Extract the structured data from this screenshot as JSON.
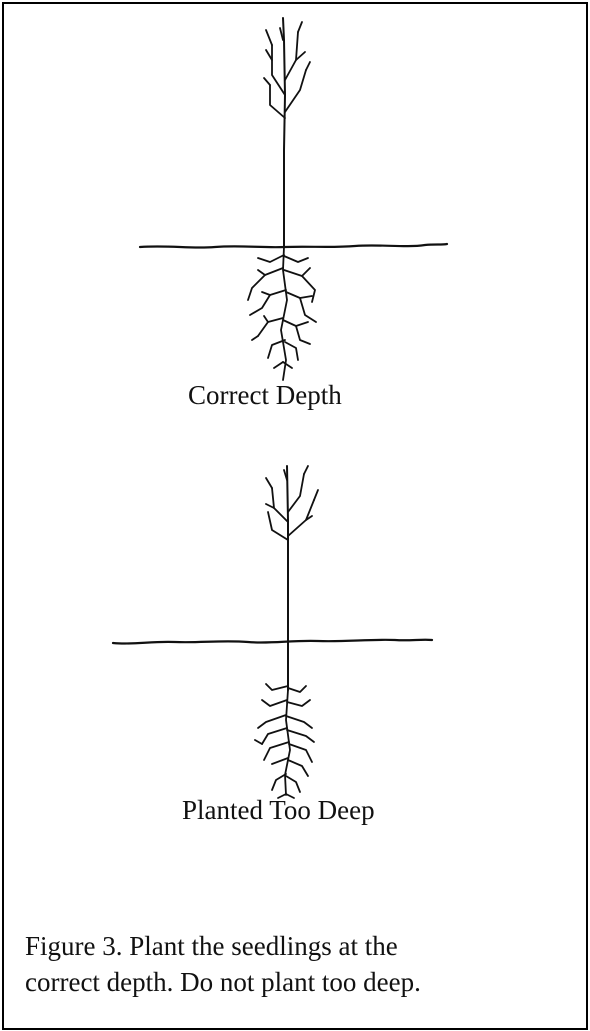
{
  "diagrams": [
    {
      "label": "Correct Depth"
    },
    {
      "label": "Planted Too Deep"
    }
  ],
  "caption": {
    "line1": "Figure 3.  Plant the seedlings at the",
    "line2": "correct depth.  Do not plant too deep."
  }
}
